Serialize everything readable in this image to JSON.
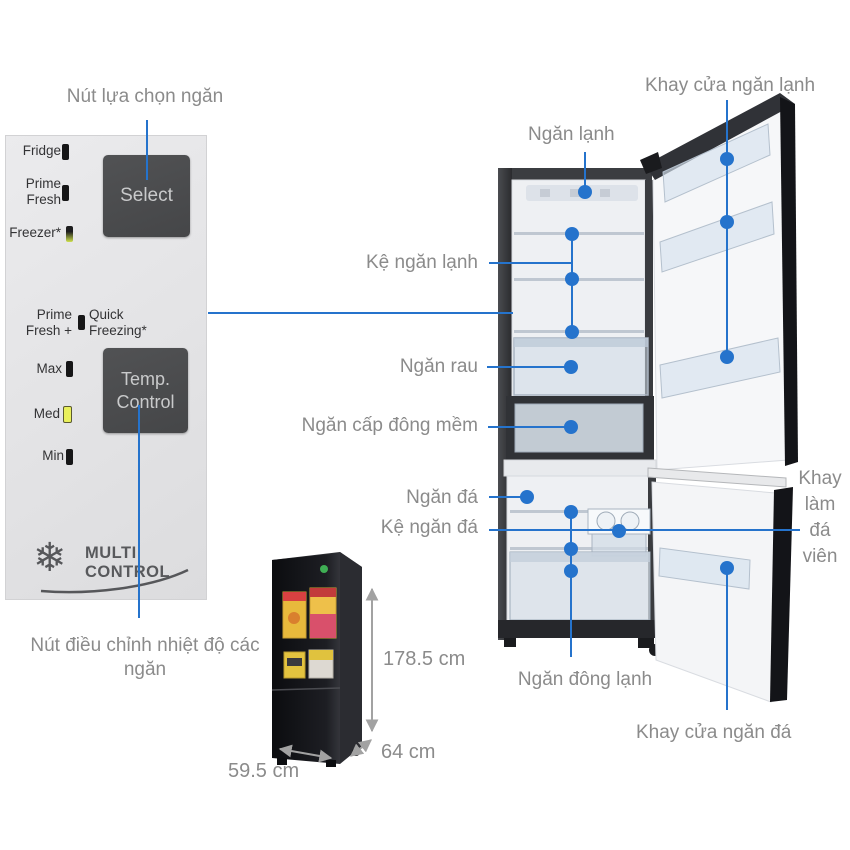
{
  "colors": {
    "connector_blue": "#2573cc",
    "label_gray": "#8b8b8b",
    "led_on_yellow": "#e9f05c",
    "panel_bg": "#e6e6e8",
    "button_dark": "#4b4c4f",
    "fridge_black": "#131418"
  },
  "panel": {
    "callout_top": "Nút lựa chọn ngăn",
    "callout_bottom": "Nút điều chỉnh nhiệt độ các ngăn",
    "indicators": {
      "fridge": "Fridge",
      "prime_fresh_1": "Prime",
      "prime_fresh_2": "Fresh",
      "freezer": "Freezer*",
      "prime_fresh_plus_1": "Prime",
      "prime_fresh_plus_2": "Fresh +",
      "quick_freezing_1": "Quick",
      "quick_freezing_2": "Freezing*",
      "max": "Max",
      "med": "Med",
      "min": "Min"
    },
    "buttons": {
      "select": "Select",
      "temp_line1": "Temp.",
      "temp_line2": "Control"
    },
    "logo": {
      "glyph": "❄",
      "line1": "MULTI",
      "line2": "CONTROL"
    }
  },
  "fridge_callouts": {
    "khay_cua_ngan_lanh": "Khay cửa ngăn lạnh",
    "ngan_lanh": "Ngăn lạnh",
    "ke_ngan_lanh": "Kệ ngăn lạnh",
    "ngan_rau": "Ngăn rau",
    "ngan_cap_dong_mem": "Ngăn cấp đông mềm",
    "ngan_da": "Ngăn đá",
    "ke_ngan_da": "Kệ ngăn đá",
    "khay_lam_da_vien": "Khay làm đá viên",
    "ngan_dong_lanh": "Ngăn đông lạnh",
    "khay_cua_ngan_da": "Khay cửa ngăn đá"
  },
  "dimensions": {
    "height": "178.5 cm",
    "depth": "64 cm",
    "width": "59.5 cm"
  }
}
